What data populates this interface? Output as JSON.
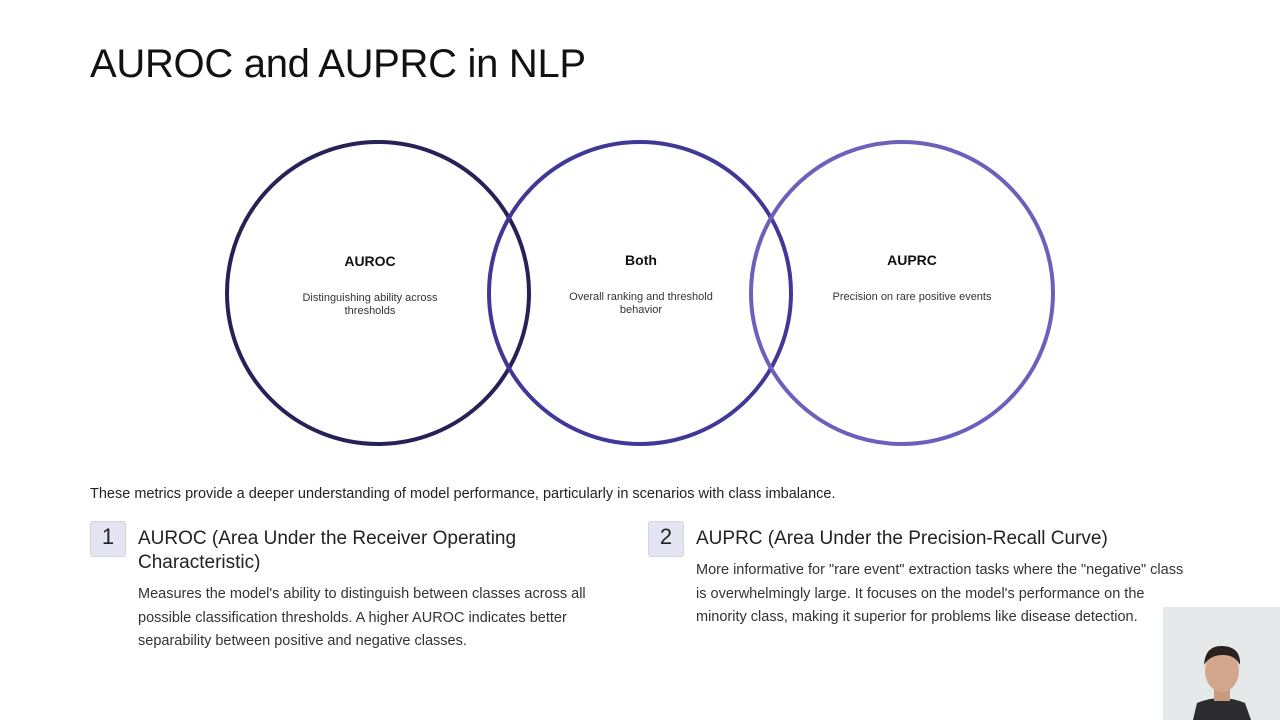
{
  "slide": {
    "title": "AUROC and AUPRC in NLP",
    "intro": "These metrics provide a deeper understanding of model performance, particularly in scenarios with class imbalance."
  },
  "venn": {
    "circles": [
      {
        "label": "AUROC",
        "description": "Distinguishing ability across thresholds",
        "color": "#262257"
      },
      {
        "label": "Both",
        "description": "Overall ranking and threshold behavior",
        "color": "#403897"
      },
      {
        "label": "AUPRC",
        "description": "Precision on rare positive events",
        "color": "#6b61bb"
      }
    ]
  },
  "cards": [
    {
      "number": "1",
      "title": "AUROC (Area Under the Receiver Operating Characteristic)",
      "body": "Measures the model's ability to distinguish between classes across all possible classification thresholds. A higher AUROC indicates better separability between positive and negative classes."
    },
    {
      "number": "2",
      "title": "AUPRC (Area Under the Precision-Recall Curve)",
      "body": "More informative for \"rare event\" extraction tasks where the \"negative\" class is overwhelmingly large. It focuses on the model's performance on the minority class, making it superior for problems like disease detection."
    }
  ],
  "webcam": {
    "icon": "presenter-video"
  }
}
